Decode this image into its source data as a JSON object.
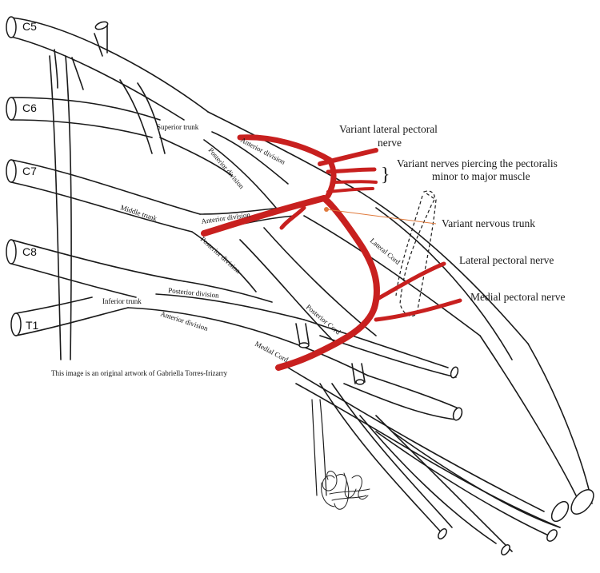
{
  "colors": {
    "outline": "#1a1a1a",
    "variant_nerve": "#c8201f",
    "pointer": "#e07a3c",
    "background": "#ffffff"
  },
  "roots": [
    "C5",
    "C6",
    "C7",
    "C8",
    "T1"
  ],
  "trunks": {
    "superior": "Superior trunk",
    "middle": "Middle trunk",
    "inferior": "Inferior trunk"
  },
  "divisions": {
    "anterior_superior": "Anterior division",
    "posterior_superior": "Posterior division",
    "anterior_middle": "Anterior division",
    "posterior_middle": "Posterior division",
    "posterior_inferior": "Posterior division",
    "anterior_inferior": "Anterior division"
  },
  "cords": {
    "lateral": "Lateral Cord",
    "posterior": "Posterior Cord",
    "medial": "Medial Cord"
  },
  "annotations": {
    "variant_lateral_pectoral_line1": "Variant lateral pectoral",
    "variant_lateral_pectoral_line2": "nerve",
    "variant_piercing_line1": "Variant nerves piercing the pectoralis",
    "variant_piercing_line2": "minor to major muscle",
    "bracket": "}",
    "variant_trunk": "Variant nervous trunk",
    "lateral_pectoral": "Lateral pectoral nerve",
    "medial_pectoral": "Medial pectoral nerve"
  },
  "credit": "This image is an original artwork of Gabriella Torres-Irizarry",
  "signature_icon": "artist-signature"
}
